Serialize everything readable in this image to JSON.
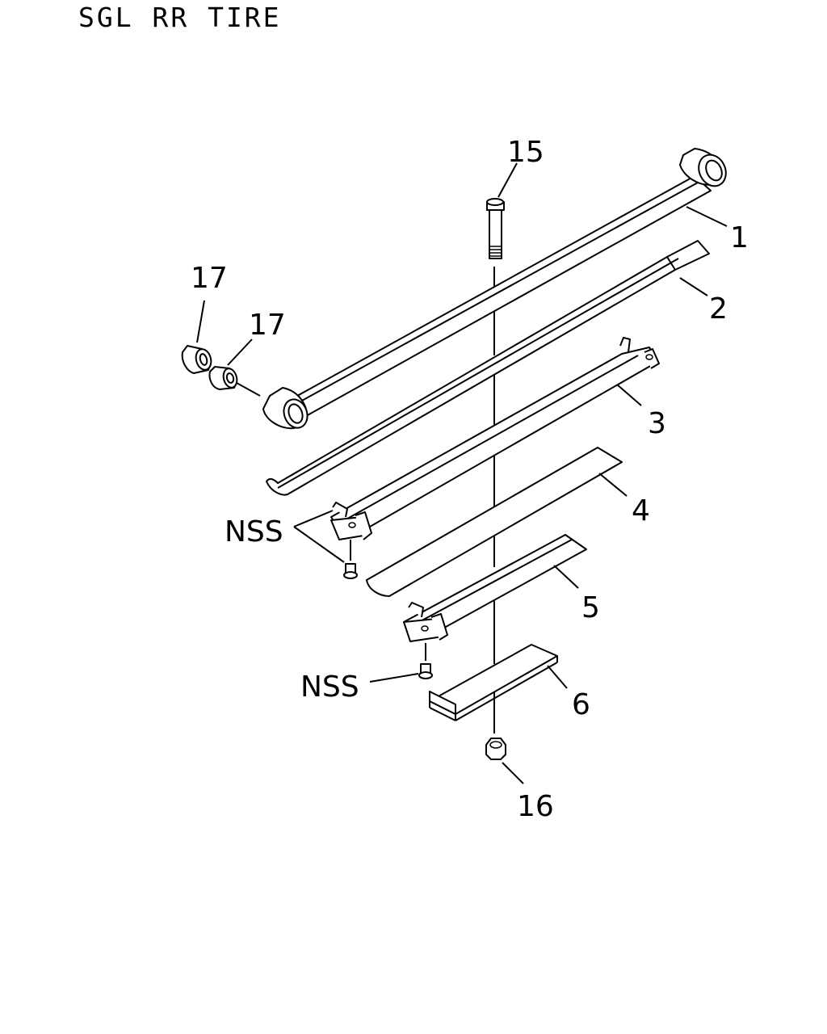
{
  "title": "SGL RR TIRE",
  "callouts": {
    "c1": "1",
    "c2": "2",
    "c3": "3",
    "c4": "4",
    "c5": "5",
    "c6": "6",
    "c15": "15",
    "c16": "16",
    "c17a": "17",
    "c17b": "17",
    "nss_upper": "NSS",
    "nss_lower": "NSS"
  }
}
